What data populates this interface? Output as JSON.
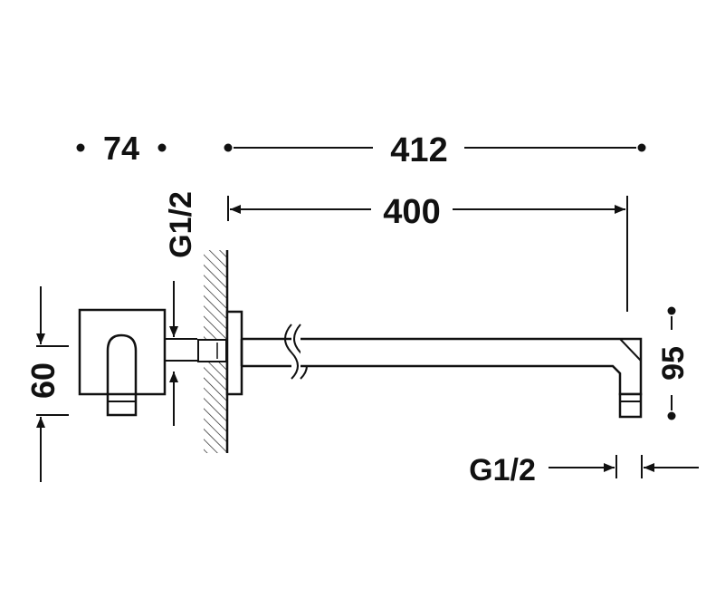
{
  "dimensions": {
    "mount_depth": "74",
    "overall_length": "412",
    "arm_length": "400",
    "inlet_thread_vertical": "G1/2",
    "outlet_thread": "G1/2",
    "outlet_drop": "95",
    "flange_height": "60"
  },
  "colors": {
    "ink": "#111111",
    "background": "#ffffff"
  }
}
